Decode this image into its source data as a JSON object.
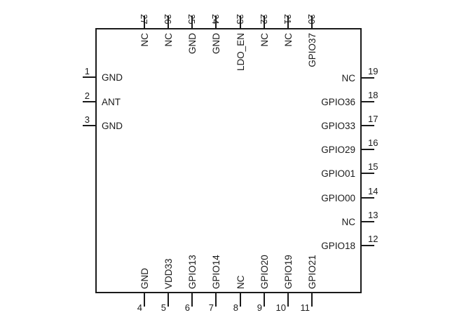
{
  "pins": {
    "left": [
      {
        "num": "1",
        "name": "GND"
      },
      {
        "num": "2",
        "name": "ANT"
      },
      {
        "num": "3",
        "name": "GND"
      }
    ],
    "bottom": [
      {
        "num": "4",
        "name": "GND"
      },
      {
        "num": "5",
        "name": "VDD33"
      },
      {
        "num": "6",
        "name": "GPIO13"
      },
      {
        "num": "7",
        "name": "GPIO14"
      },
      {
        "num": "8",
        "name": "NC"
      },
      {
        "num": "9",
        "name": "GPIO20"
      },
      {
        "num": "10",
        "name": "GPIO19"
      },
      {
        "num": "11",
        "name": "GPIO21"
      }
    ],
    "right": [
      {
        "num": "12",
        "name": "GPIO18"
      },
      {
        "num": "13",
        "name": "NC"
      },
      {
        "num": "14",
        "name": "GPIO00"
      },
      {
        "num": "15",
        "name": "GPIO01"
      },
      {
        "num": "16",
        "name": "GPIO29"
      },
      {
        "num": "17",
        "name": "GPIO33"
      },
      {
        "num": "18",
        "name": "GPIO36"
      },
      {
        "num": "19",
        "name": "NC"
      }
    ],
    "top": [
      {
        "num": "20",
        "name": "GPIO37"
      },
      {
        "num": "21",
        "name": "NC"
      },
      {
        "num": "22",
        "name": "NC"
      },
      {
        "num": "23",
        "name": "LDO_EN"
      },
      {
        "num": "24",
        "name": "GND"
      },
      {
        "num": "25",
        "name": "GND"
      },
      {
        "num": "26",
        "name": "NC"
      },
      {
        "num": "27",
        "name": "NC"
      }
    ]
  },
  "colors": {
    "line": "#1a1a1a",
    "background": "#ffffff"
  }
}
